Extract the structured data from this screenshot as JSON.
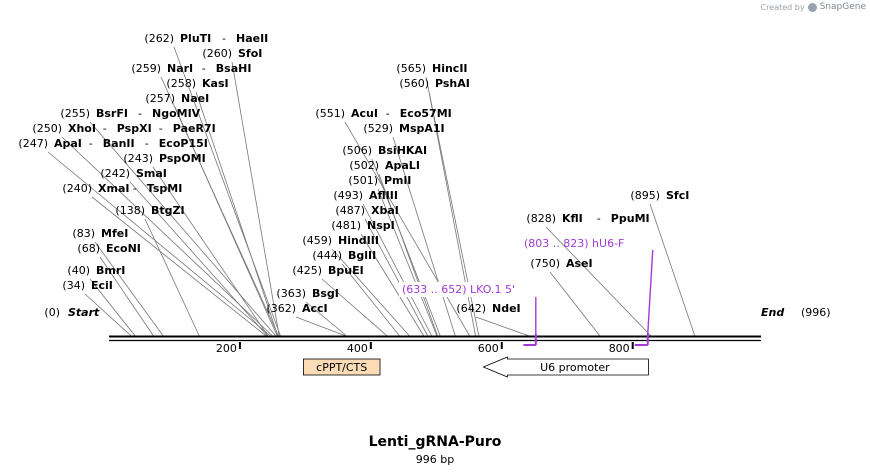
{
  "credit": {
    "prefix": "Created by",
    "brand": "SnapGene"
  },
  "plasmid": {
    "name": "Lenti_gRNA-Puro",
    "length_label": "996 bp",
    "length": 996
  },
  "ends": {
    "start_pos": "(0)",
    "start_label": "Start",
    "end_label": "End",
    "end_pos": "(996)"
  },
  "ruler": [
    {
      "value": 200,
      "label": "200"
    },
    {
      "value": 400,
      "label": "400"
    },
    {
      "value": 600,
      "label": "600"
    },
    {
      "value": 800,
      "label": "800"
    }
  ],
  "enzymes": [
    {
      "pos": "(34)",
      "bp": 34,
      "names": [
        "EciI"
      ]
    },
    {
      "pos": "(40)",
      "bp": 40,
      "names": [
        "BmrI"
      ]
    },
    {
      "pos": "(68)",
      "bp": 68,
      "names": [
        "EcoNI"
      ]
    },
    {
      "pos": "(83)",
      "bp": 83,
      "names": [
        "MfeI"
      ]
    },
    {
      "pos": "(138)",
      "bp": 138,
      "names": [
        "BtgZI"
      ]
    },
    {
      "pos": "(240)",
      "bp": 240,
      "names": [
        "XmaI",
        "TspMI"
      ]
    },
    {
      "pos": "(242)",
      "bp": 242,
      "names": [
        "SmaI"
      ]
    },
    {
      "pos": "(243)",
      "bp": 243,
      "names": [
        "PspOMI"
      ]
    },
    {
      "pos": "(247)",
      "bp": 247,
      "names": [
        "ApaI",
        "BanII",
        "EcoP15I"
      ]
    },
    {
      "pos": "(250)",
      "bp": 250,
      "names": [
        "XhoI",
        "PspXI",
        "PaeR7I"
      ]
    },
    {
      "pos": "(255)",
      "bp": 255,
      "names": [
        "BsrFI",
        "NgoMIV"
      ]
    },
    {
      "pos": "(257)",
      "bp": 257,
      "names": [
        "NaeI"
      ]
    },
    {
      "pos": "(258)",
      "bp": 258,
      "names": [
        "KasI"
      ]
    },
    {
      "pos": "(259)",
      "bp": 259,
      "names": [
        "NarI",
        "BsaHI"
      ]
    },
    {
      "pos": "(260)",
      "bp": 260,
      "names": [
        "SfoI"
      ]
    },
    {
      "pos": "(262)",
      "bp": 262,
      "names": [
        "PluTI",
        "HaeII"
      ]
    },
    {
      "pos": "(362)",
      "bp": 362,
      "names": [
        "AccI"
      ]
    },
    {
      "pos": "(363)",
      "bp": 363,
      "names": [
        "BsgI"
      ]
    },
    {
      "pos": "(425)",
      "bp": 425,
      "names": [
        "BpuEI"
      ]
    },
    {
      "pos": "(444)",
      "bp": 444,
      "names": [
        "BglII"
      ]
    },
    {
      "pos": "(459)",
      "bp": 459,
      "names": [
        "HindIII"
      ]
    },
    {
      "pos": "(481)",
      "bp": 481,
      "names": [
        "NspI"
      ]
    },
    {
      "pos": "(487)",
      "bp": 487,
      "names": [
        "XbaI"
      ]
    },
    {
      "pos": "(493)",
      "bp": 493,
      "names": [
        "AflIII"
      ]
    },
    {
      "pos": "(501)",
      "bp": 501,
      "names": [
        "PmlI"
      ]
    },
    {
      "pos": "(502)",
      "bp": 502,
      "names": [
        "ApaLI"
      ]
    },
    {
      "pos": "(506)",
      "bp": 506,
      "names": [
        "BsiHKAI"
      ]
    },
    {
      "pos": "(529)",
      "bp": 529,
      "names": [
        "MspA1I"
      ]
    },
    {
      "pos": "(551)",
      "bp": 551,
      "names": [
        "AcuI",
        "Eco57MI"
      ]
    },
    {
      "pos": "(560)",
      "bp": 560,
      "names": [
        "PshAI"
      ]
    },
    {
      "pos": "(565)",
      "bp": 565,
      "names": [
        "HincII"
      ]
    },
    {
      "pos": "(642)",
      "bp": 642,
      "names": [
        "NdeI"
      ]
    },
    {
      "pos": "(750)",
      "bp": 750,
      "names": [
        "AseI"
      ]
    },
    {
      "pos": "(828)",
      "bp": 828,
      "names": [
        "KflI",
        "PpuMI"
      ]
    },
    {
      "pos": "(895)",
      "bp": 895,
      "names": [
        "SfcI"
      ]
    }
  ],
  "primers": [
    {
      "range": "(633 .. 652)",
      "name": "LKO.1 5'",
      "start": 633,
      "end": 652,
      "color": "#a23bd4"
    },
    {
      "range": "(803 .. 823)",
      "name": "hU6-F",
      "start": 803,
      "end": 823,
      "color": "#a23bd4"
    }
  ],
  "features": [
    {
      "name": "cPPT/CTS",
      "start": 297,
      "end": 414,
      "direction": "none",
      "color": "#fbdcb7"
    },
    {
      "name": "U6 promoter",
      "start": 575,
      "end": 824,
      "direction": "reverse",
      "color": "#ffffff"
    }
  ]
}
